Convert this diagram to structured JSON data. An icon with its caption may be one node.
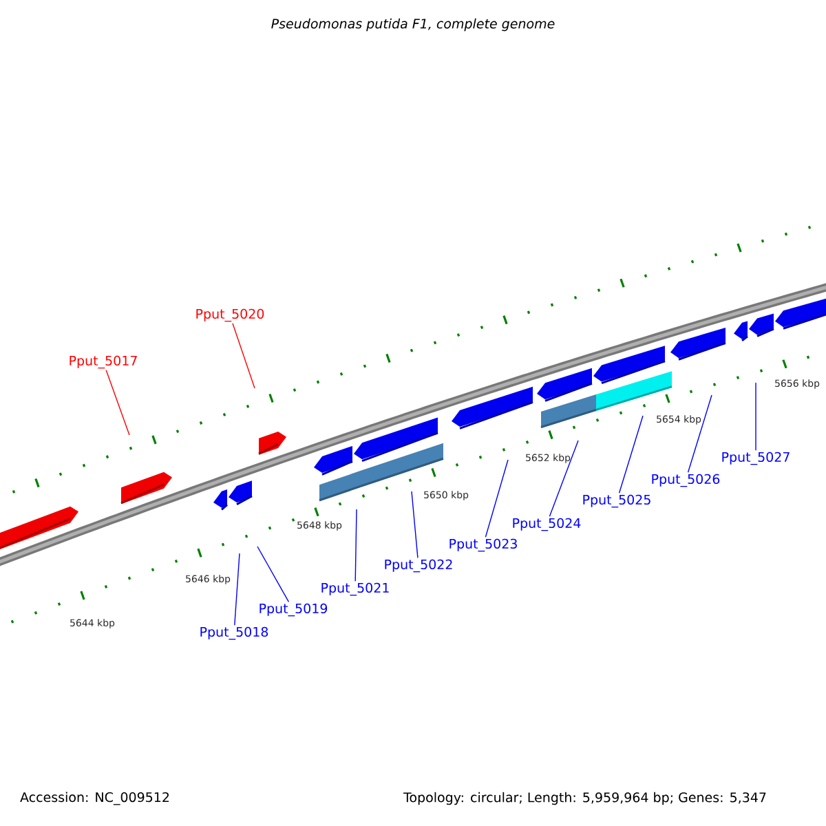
{
  "diagram": {
    "title": "Pseudomonas putida F1, complete genome",
    "nodes": [
      {
        "text": [
          "Pput_5017"
        ]
      },
      {
        "text": [
          "Pput_5018"
        ]
      },
      {
        "text": [
          "Pput_5019"
        ]
      },
      {
        "text": [
          "Pput_5020"
        ]
      },
      {
        "text": [
          "Pput_5021"
        ]
      },
      {
        "text": [
          "Pput_5022"
        ]
      },
      {
        "text": [
          "Pput_5023"
        ]
      },
      {
        "text": [
          "Pput_5024"
        ]
      },
      {
        "text": [
          "Pput_5025"
        ]
      },
      {
        "text": [
          "Pput_5026"
        ]
      },
      {
        "text": [
          "Pput_5027"
        ]
      }
    ],
    "edges": [
      {
        "from": 0,
        "to": null,
        "arrow": "none",
        "color": "#ff0000"
      },
      {
        "from": 1,
        "to": null,
        "arrow": "none"
      },
      {
        "from": 2,
        "to": null,
        "arrow": "none"
      },
      {
        "from": 3,
        "to": null,
        "arrow": "none",
        "color": "#ff0000"
      },
      {
        "from": 4,
        "to": null,
        "arrow": "none"
      },
      {
        "from": 5,
        "to": null,
        "arrow": "none"
      },
      {
        "from": 6,
        "to": null,
        "arrow": "none"
      },
      {
        "from": 7,
        "to": null,
        "arrow": "none"
      },
      {
        "from": 8,
        "to": null,
        "arrow": "none"
      },
      {
        "from": 9,
        "to": null,
        "arrow": "none"
      },
      {
        "from": 10,
        "to": null,
        "arrow": "none"
      }
    ],
    "labels": [
      "5644 kbp",
      "5646 kbp",
      "5648 kbp",
      "5650 kbp",
      "5652 kbp",
      "5654 kbp",
      "5656 kbp",
      "Accession: NC_009512",
      "Topology: circular; Length: 5,959,964 bp; Genes: 5,347"
    ]
  }
}
